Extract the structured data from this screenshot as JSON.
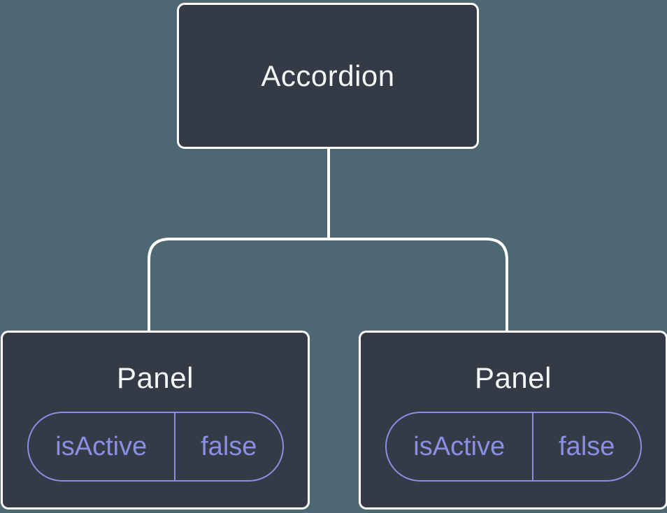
{
  "colors": {
    "background": "#4d6872",
    "node_fill": "#343a46",
    "node_border": "#ffffff",
    "connector": "#ffffff",
    "state_accent": "#8a8fe4",
    "title_text": "#f5f6f7"
  },
  "tree": {
    "root": {
      "label": "Accordion"
    },
    "children": [
      {
        "label": "Panel",
        "state": {
          "name": "isActive",
          "value": "false"
        }
      },
      {
        "label": "Panel",
        "state": {
          "name": "isActive",
          "value": "false"
        }
      }
    ]
  }
}
